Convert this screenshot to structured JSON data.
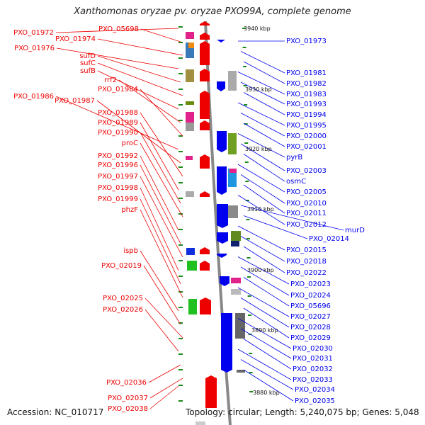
{
  "title": "Xanthomonas oryzae pv. oryzae PXO99A, complete genome",
  "accession": "Accession: NC_010717",
  "topology": "Topology: circular; Length: 5,240,075 bp; Genes: 5,048",
  "colors": {
    "forward": "#ee0000",
    "reverse": "#0000ee",
    "backbone": "#888888",
    "tick": "#1a8a1a"
  },
  "kbp_marks": [
    "3940 kbp",
    "3930 kbp",
    "3920 kbp",
    "3910 kbp",
    "3900 kbp",
    "3890 kbp",
    "3880 kbp"
  ],
  "left_labels": [
    "PXO_01972",
    "PXO_05698",
    "PXO_01974",
    "PXO_01976",
    "sufD",
    "sufC",
    "sufB",
    "rrf2",
    "PXO_01984",
    "PXO_01986",
    "PXO_01987",
    "PXO_01988",
    "PXO_01989",
    "PXO_01990",
    "proC",
    "PXO_01992",
    "PXO_01996",
    "PXO_01997",
    "PXO_01998",
    "PXO_01999",
    "phzF",
    "ispb",
    "PXO_02019",
    "PXO_02025",
    "PXO_02026",
    "PXO_02036",
    "PXO_02037",
    "PXO_02038"
  ],
  "right_labels": [
    "PXO_01973",
    "PXO_01981",
    "PXO_01982",
    "PXO_01983",
    "PXO_01993",
    "PXO_01994",
    "PXO_01995",
    "PXO_02000",
    "PXO_02001",
    "pyrB",
    "PXO_02003",
    "osmC",
    "PXO_02005",
    "PXO_02010",
    "PXO_02011",
    "PXO_02012",
    "murD",
    "PXO_02014",
    "PXO_02015",
    "PXO_02018",
    "PXO_02022",
    "PXO_02023",
    "PXO_02024",
    "PXO_05696",
    "PXO_02027",
    "PXO_02028",
    "PXO_02029",
    "PXO_02030",
    "PXO_02031",
    "PXO_02032",
    "PXO_02033",
    "PXO_02034",
    "PXO_02035"
  ]
}
